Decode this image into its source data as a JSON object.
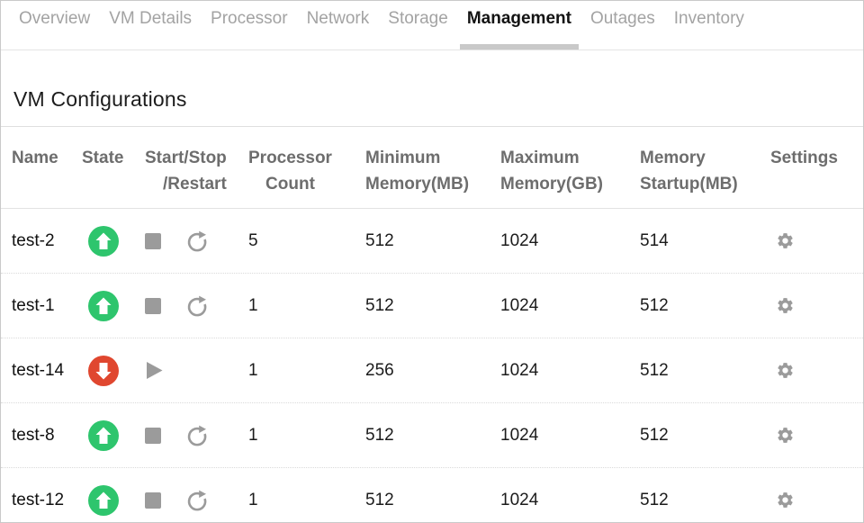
{
  "tabs": [
    {
      "label": "Overview",
      "active": false
    },
    {
      "label": "VM Details",
      "active": false
    },
    {
      "label": "Processor",
      "active": false
    },
    {
      "label": "Network",
      "active": false
    },
    {
      "label": "Storage",
      "active": false
    },
    {
      "label": "Management",
      "active": true
    },
    {
      "label": "Outages",
      "active": false
    },
    {
      "label": "Inventory",
      "active": false
    }
  ],
  "page": {
    "title": "VM Configurations"
  },
  "table": {
    "columns": [
      {
        "id": "name",
        "lines": [
          "Name"
        ]
      },
      {
        "id": "state",
        "lines": [
          "State"
        ]
      },
      {
        "id": "startstop",
        "lines": [
          "Start/Stop",
          "/Restart"
        ]
      },
      {
        "id": "processor",
        "lines": [
          "Processor",
          "Count"
        ]
      },
      {
        "id": "minmem",
        "lines": [
          "Minimum",
          "Memory(MB)"
        ]
      },
      {
        "id": "maxmem",
        "lines": [
          "Maximum",
          "Memory(GB)"
        ]
      },
      {
        "id": "memstartup",
        "lines": [
          "Memory",
          "Startup(MB)"
        ]
      },
      {
        "id": "settings",
        "lines": [
          "Settings"
        ]
      }
    ],
    "rows": [
      {
        "name": "test-2",
        "state": "up",
        "actions": [
          "stop",
          "restart"
        ],
        "processor_count": "5",
        "min_memory_mb": "512",
        "max_memory_gb": "1024",
        "memory_startup_mb": "514"
      },
      {
        "name": "test-1",
        "state": "up",
        "actions": [
          "stop",
          "restart"
        ],
        "processor_count": "1",
        "min_memory_mb": "512",
        "max_memory_gb": "1024",
        "memory_startup_mb": "512"
      },
      {
        "name": "test-14",
        "state": "down",
        "actions": [
          "start"
        ],
        "processor_count": "1",
        "min_memory_mb": "256",
        "max_memory_gb": "1024",
        "memory_startup_mb": "512"
      },
      {
        "name": "test-8",
        "state": "up",
        "actions": [
          "stop",
          "restart"
        ],
        "processor_count": "1",
        "min_memory_mb": "512",
        "max_memory_gb": "1024",
        "memory_startup_mb": "512"
      },
      {
        "name": "test-12",
        "state": "up",
        "actions": [
          "stop",
          "restart"
        ],
        "processor_count": "1",
        "min_memory_mb": "512",
        "max_memory_gb": "1024",
        "memory_startup_mb": "512"
      }
    ]
  },
  "icons": {
    "state_up": "arrow-up-circle-icon",
    "state_down": "arrow-down-circle-icon",
    "stop": "stop-square-icon",
    "restart": "restart-arrow-icon",
    "start": "play-triangle-icon",
    "settings": "gear-icon"
  },
  "colors": {
    "state_up_green": "#2ec56d",
    "state_down_red": "#e0472f",
    "icon_gray": "#9b9b9b",
    "active_tab_underline": "#c9c9c9"
  }
}
